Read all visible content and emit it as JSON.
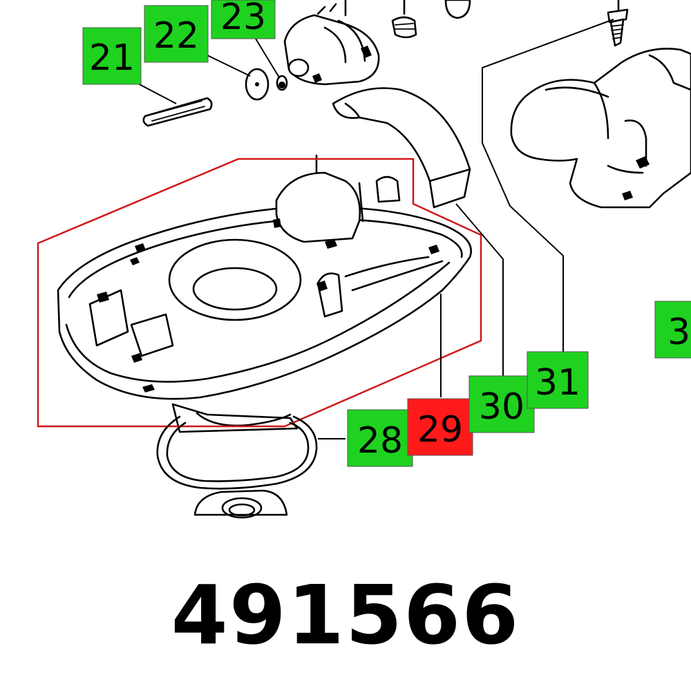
{
  "colors": {
    "label_green": "#1fd21f",
    "label_red": "#ff1a1a",
    "highlight_outline": "#d01818",
    "line": "#000000"
  },
  "labels": [
    {
      "text": "21",
      "highlighted": false
    },
    {
      "text": "22",
      "highlighted": false
    },
    {
      "text": "23",
      "highlighted": false
    },
    {
      "text": "28",
      "highlighted": false
    },
    {
      "text": "29",
      "highlighted": true
    },
    {
      "text": "30",
      "highlighted": false
    },
    {
      "text": "31",
      "highlighted": false
    },
    {
      "text": "3",
      "highlighted": false
    }
  ],
  "article_number": "491566"
}
